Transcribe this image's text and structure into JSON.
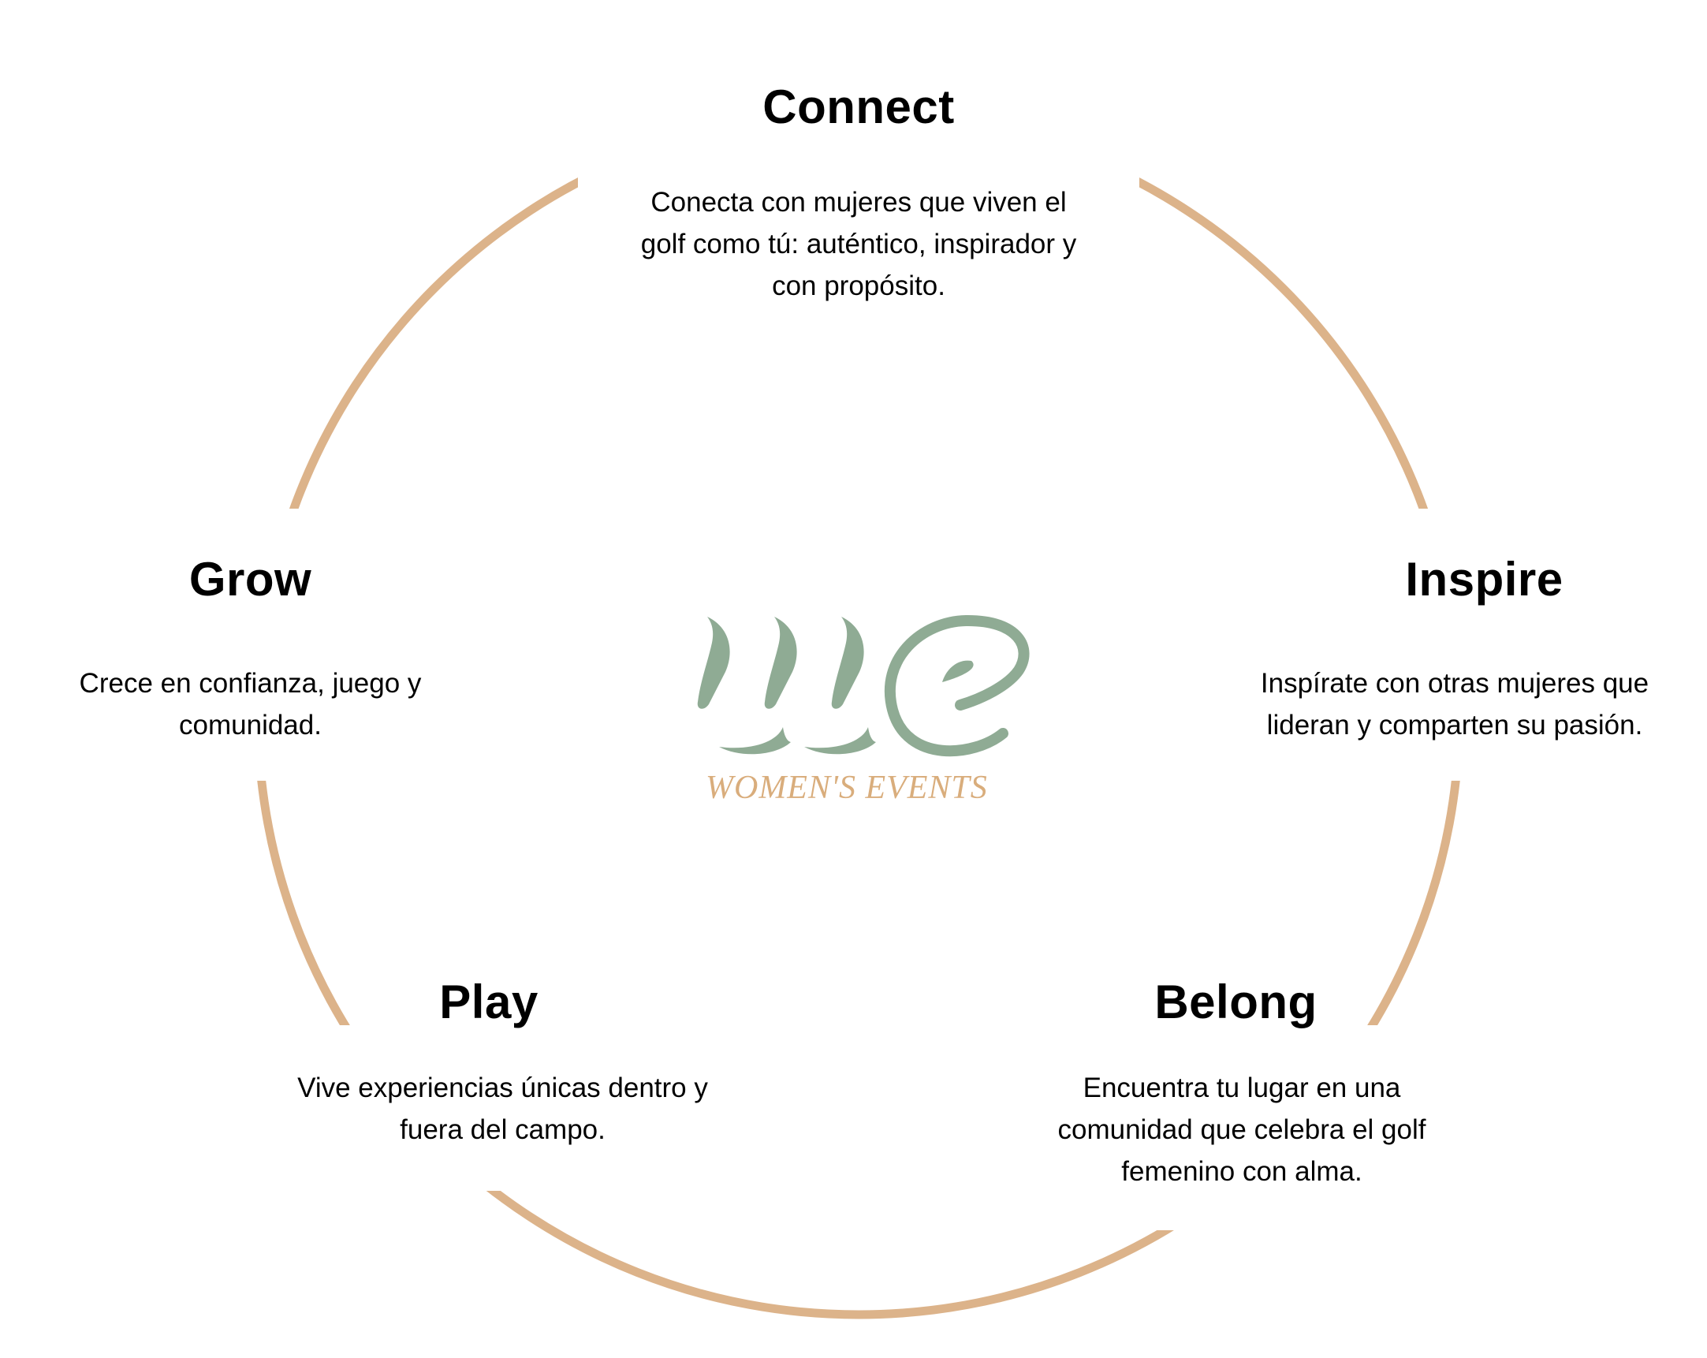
{
  "colors": {
    "ring": "#dcb38a",
    "logo_green": "#8fab94",
    "logo_gold": "#d9ad7c",
    "text": "#000000"
  },
  "logo": {
    "mark": "we",
    "text": "WOMEN'S EVENTS"
  },
  "nodes": {
    "connect": {
      "title": "Connect",
      "lines": [
        "Conecta con mujeres que viven el",
        "golf como tú: auténtico, inspirador y",
        "con propósito."
      ]
    },
    "inspire": {
      "title": "Inspire",
      "lines": [
        "Inspírate con otras mujeres que",
        "lideran y comparten su pasión."
      ]
    },
    "belong": {
      "title": "Belong",
      "lines": [
        "Encuentra tu lugar en una",
        "comunidad que celebra el golf",
        "femenino con alma."
      ]
    },
    "play": {
      "title": "Play",
      "lines": [
        "Vive experiencias únicas dentro y",
        "fuera del campo."
      ]
    },
    "grow": {
      "title": "Grow",
      "lines": [
        "Crece en confianza, juego y",
        "comunidad."
      ]
    }
  }
}
